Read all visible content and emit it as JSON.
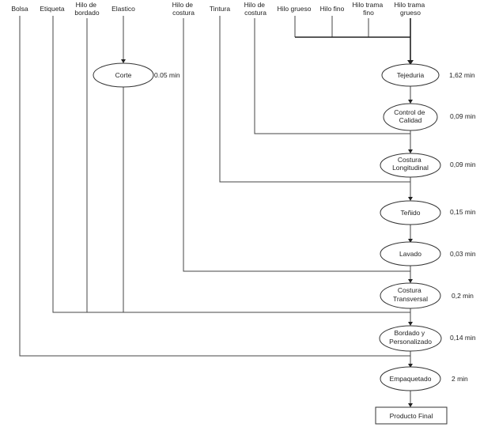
{
  "inputs": {
    "bolsa": "Bolsa",
    "etiqueta": "Etiqueta",
    "hilo_bordado": [
      "Hilo de",
      "bordado"
    ],
    "elastico": "Elastico",
    "hilo_costura_1": [
      "Hilo de",
      "costura"
    ],
    "tintura": "Tintura",
    "hilo_costura_2": [
      "Hilo de",
      "costura"
    ],
    "hilo_grueso": "Hilo grueso",
    "hilo_fino": "Hilo fino",
    "hilo_trama_fino": [
      "Hilo trama",
      "fino"
    ],
    "hilo_trama_grueso": [
      "Hilo trama",
      "grueso"
    ]
  },
  "nodes": {
    "corte": {
      "label": [
        "Corte"
      ],
      "time": "0.05 min"
    },
    "tejeduria": {
      "label": [
        "Tejeduria"
      ],
      "time": "1,62 min"
    },
    "control": {
      "label": [
        "Control de",
        "Calidad"
      ],
      "time": "0,09 min"
    },
    "costura_long": {
      "label": [
        "Costura",
        "Longitudinal"
      ],
      "time": "0,09 min"
    },
    "tenido": {
      "label": [
        "Teñido"
      ],
      "time": "0,15 min"
    },
    "lavado": {
      "label": [
        "Lavado"
      ],
      "time": "0,03 min"
    },
    "costura_trans": {
      "label": [
        "Costura",
        "Transversal"
      ],
      "time": "0,2 min"
    },
    "bordado": {
      "label": [
        "Bordado y",
        "Personalizado"
      ],
      "time": "0,14 min"
    },
    "empaquetado": {
      "label": [
        "Empaquetado"
      ],
      "time": "2 min"
    }
  },
  "final": {
    "label": "Producto Final"
  }
}
